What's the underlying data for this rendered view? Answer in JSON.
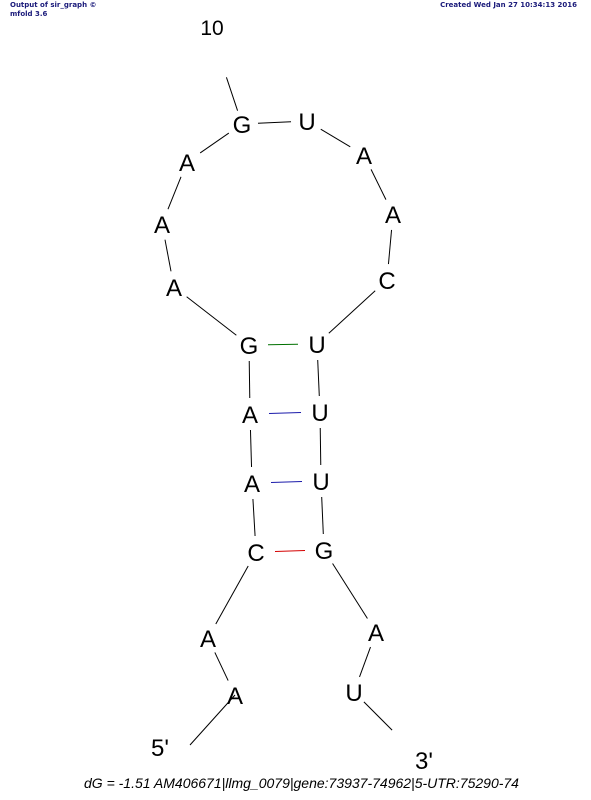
{
  "header": {
    "left_line1": "Output of sir_graph ©",
    "left_line2": "mfold 3.6",
    "right": "Created Wed Jan 27 10:34:13 2016"
  },
  "structure": {
    "position_label": "10",
    "five_prime": "5'",
    "three_prime": "3'",
    "bases": [
      "A",
      "A",
      "C",
      "A",
      "A",
      "G",
      "A",
      "A",
      "A",
      "G",
      "U",
      "A",
      "A",
      "C",
      "U",
      "U",
      "U",
      "G",
      "A",
      "U"
    ],
    "pairs": [
      {
        "i": 3,
        "j": 18,
        "color": "#d40000"
      },
      {
        "i": 4,
        "j": 17,
        "color": "#1a1aaa"
      },
      {
        "i": 5,
        "j": 16,
        "color": "#1a1aaa"
      },
      {
        "i": 6,
        "j": 15,
        "color": "#007000"
      }
    ]
  },
  "footer": {
    "text": "dG =   -1.51 AM406671|llmg_0079|gene:73937-74962|5-UTR:75290-74"
  }
}
